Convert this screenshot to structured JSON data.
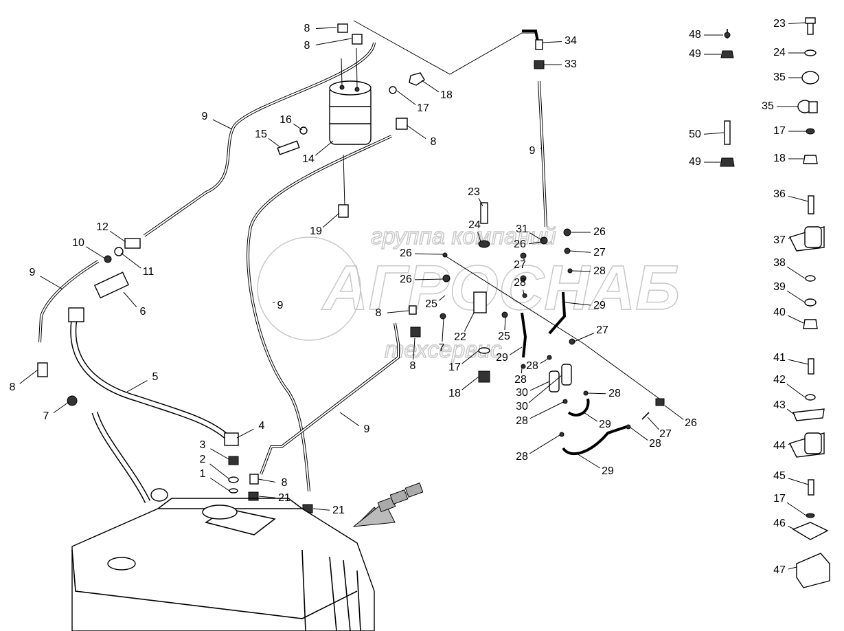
{
  "watermark": {
    "line1": "группа компаний",
    "line2": "АГРОСНАБ",
    "line3": "техсервис"
  },
  "callouts": [
    "8",
    "8",
    "34",
    "33",
    "18",
    "17",
    "9",
    "16",
    "15",
    "8",
    "14",
    "9",
    "19",
    "12",
    "10",
    "11",
    "9",
    "6",
    "23",
    "24",
    "31",
    "26",
    "26",
    "27",
    "26",
    "27",
    "28",
    "26",
    "28",
    "9",
    "25",
    "29",
    "8",
    "22",
    "25",
    "27",
    "7",
    "8",
    "17",
    "29",
    "28",
    "28",
    "18",
    "30",
    "30",
    "28",
    "28",
    "26",
    "29",
    "27",
    "28",
    "28",
    "29",
    "5",
    "8",
    "7",
    "9",
    "4",
    "3",
    "2",
    "1",
    "8",
    "21",
    "21",
    "48",
    "49",
    "50",
    "49",
    "23",
    "24",
    "35",
    "35",
    "17",
    "18",
    "36",
    "37",
    "38",
    "39",
    "40",
    "41",
    "42",
    "43",
    "44",
    "45",
    "17",
    "46",
    "47"
  ],
  "colors": {
    "line": "#000000",
    "watermark": "#c8c8c8"
  }
}
